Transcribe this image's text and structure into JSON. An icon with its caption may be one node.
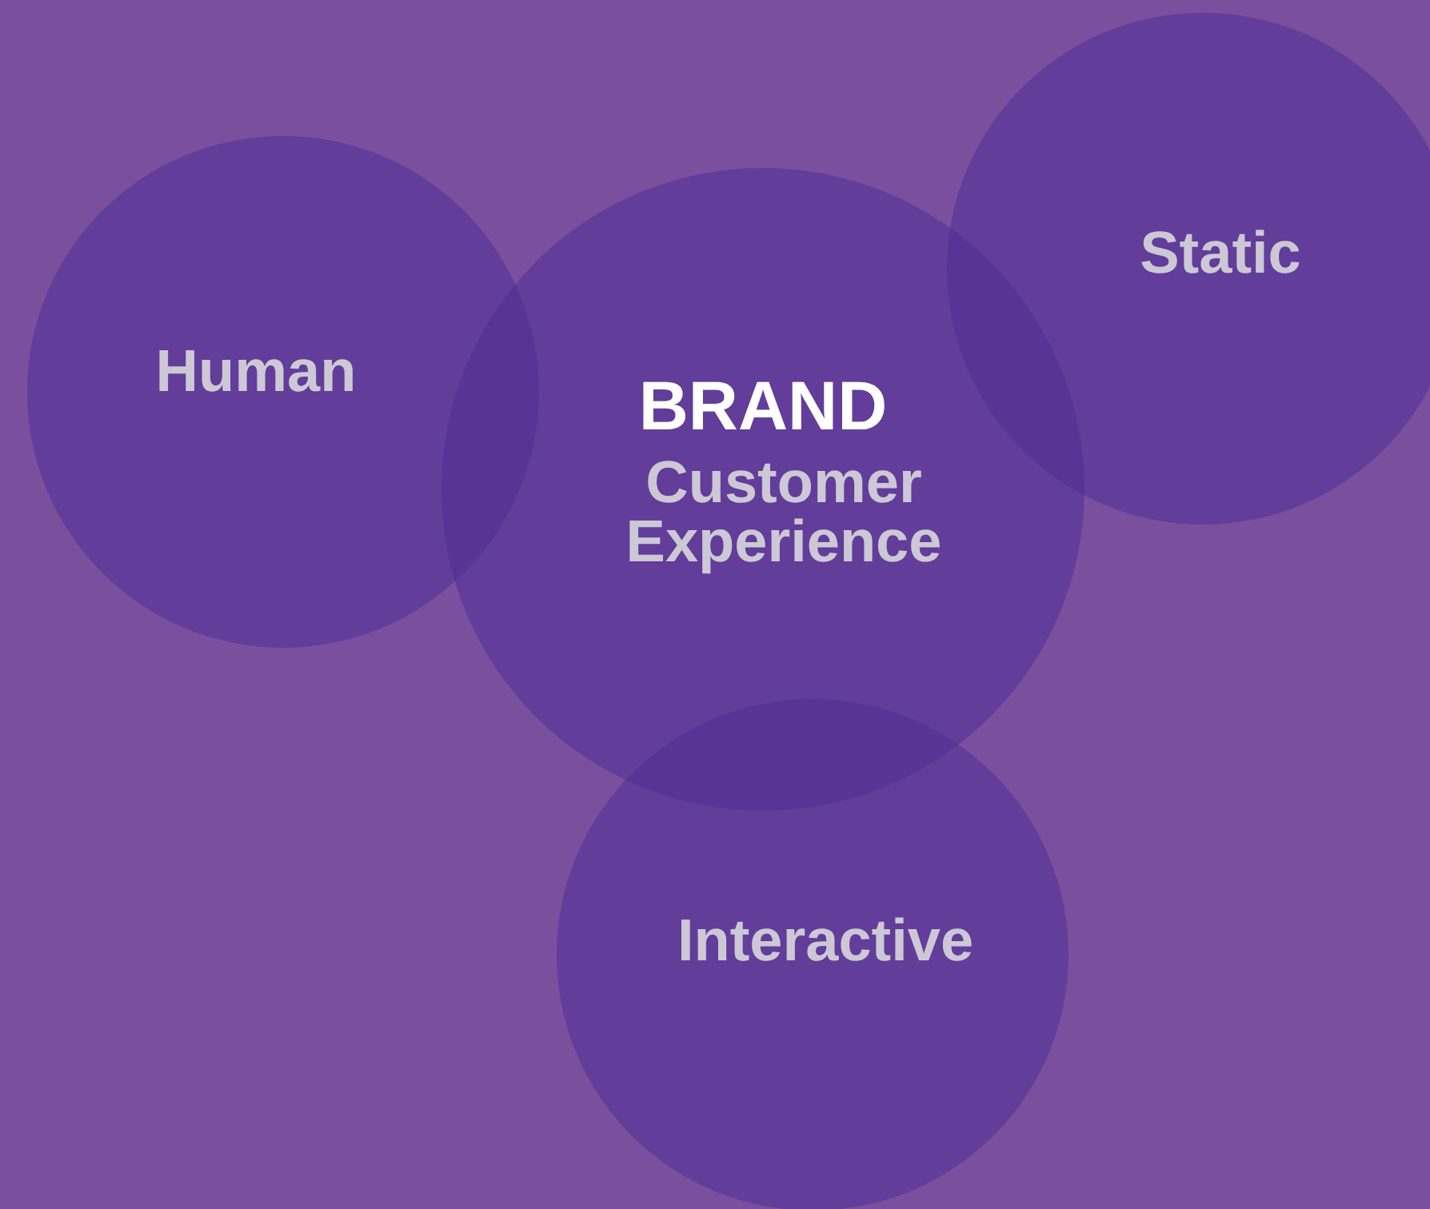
{
  "diagram": {
    "nodes": [
      {
        "text": [
          "Static"
        ]
      },
      {
        "text": [
          "Human"
        ]
      },
      {
        "text": [
          "BRAND",
          "Customer Experience"
        ]
      },
      {
        "text": [
          "Interactive"
        ]
      }
    ]
  }
}
